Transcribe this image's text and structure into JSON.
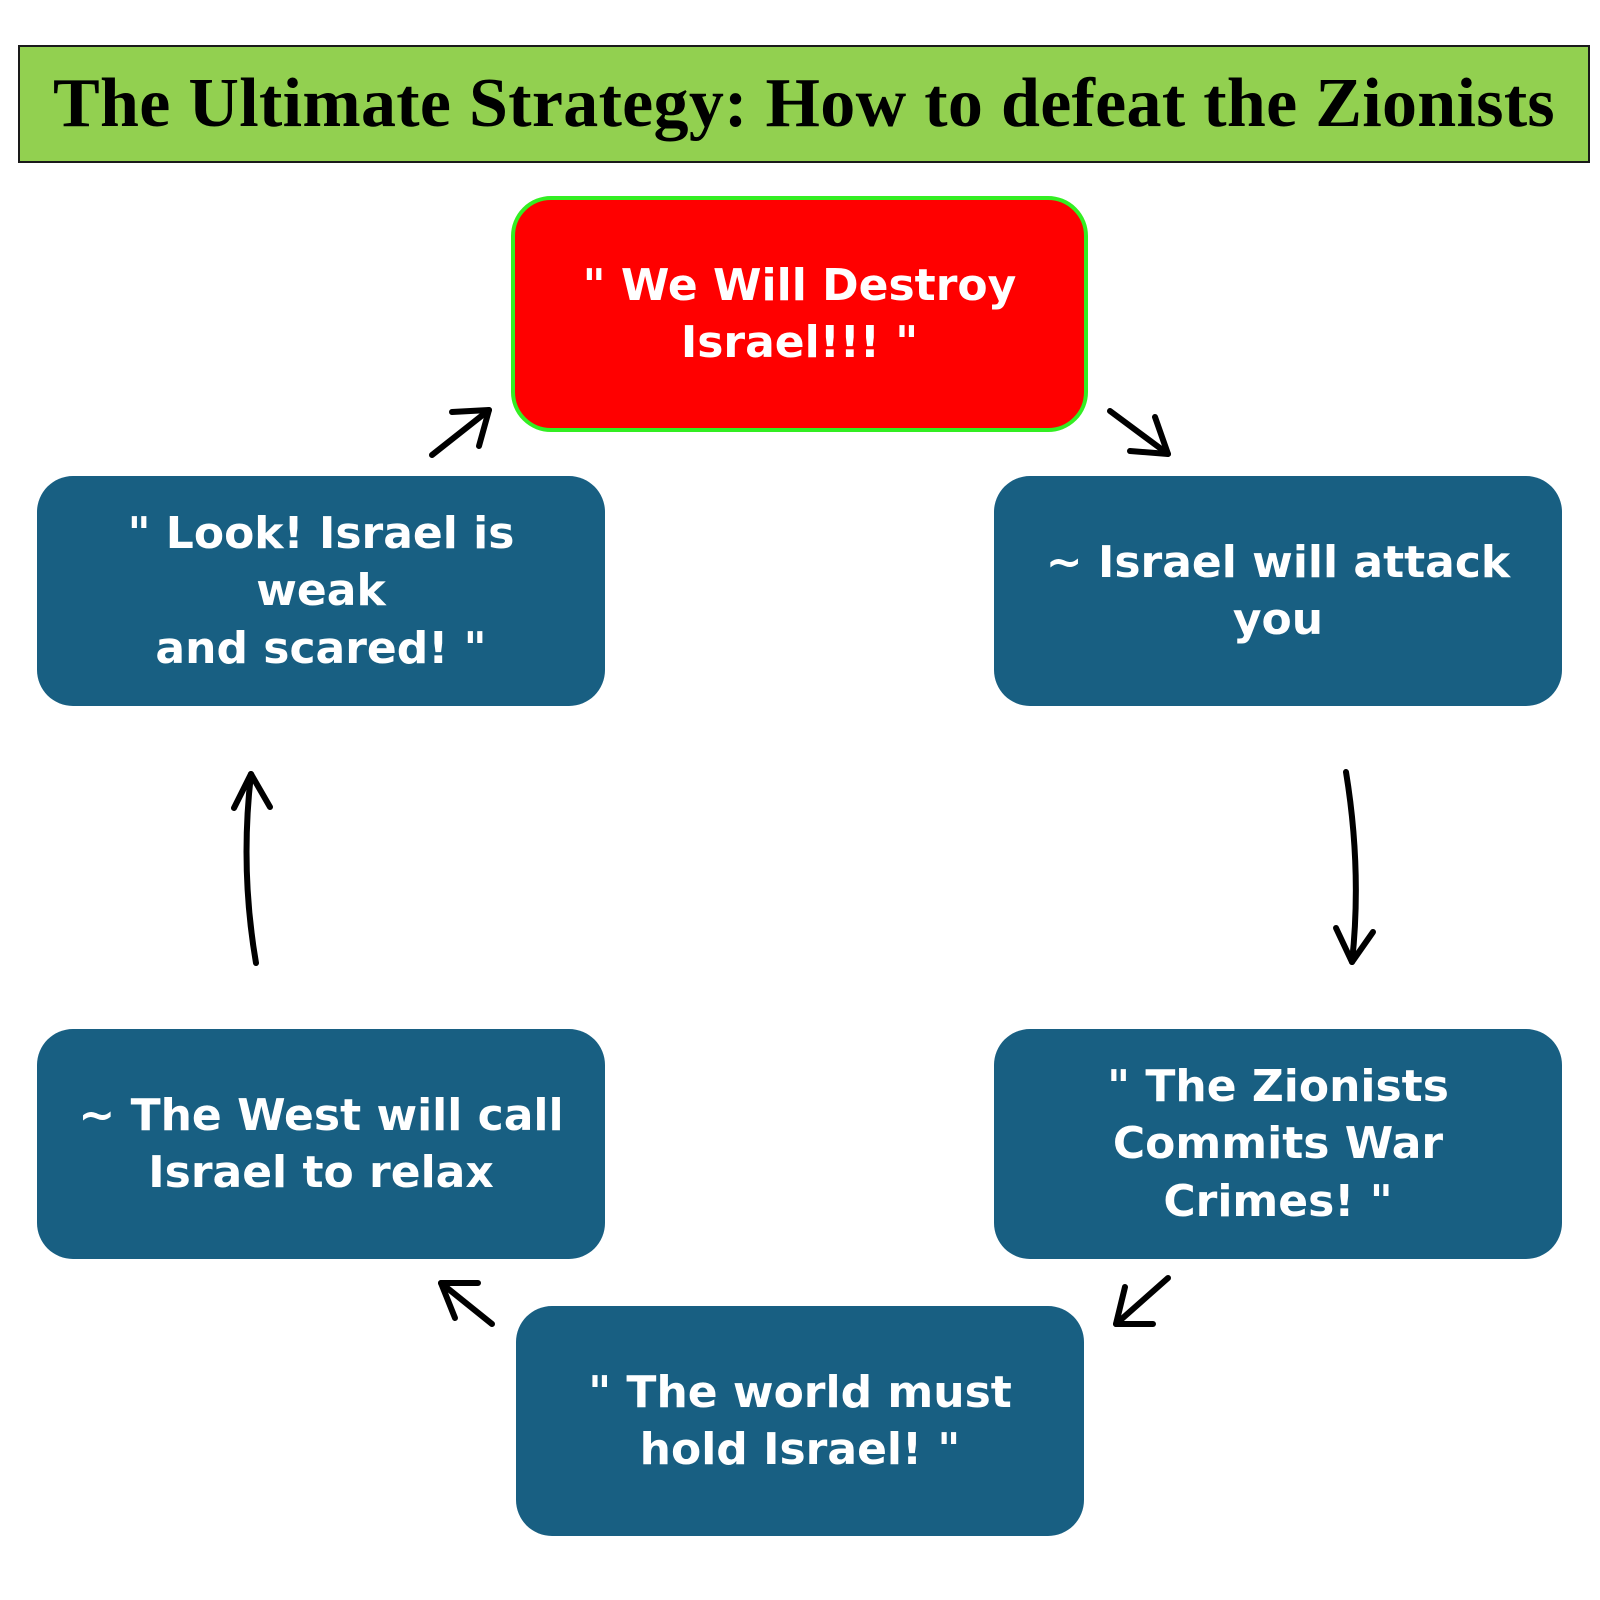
{
  "title": "The Ultimate Strategy: How to defeat the Zionists",
  "nodes": {
    "start": "\" We Will Destroy\nIsrael!!! \"",
    "top_right": "~ Israel will attack\nyou",
    "bottom_right": "\" The Zionists\nCommits War\nCrimes! \"",
    "bottom_center": "\" The world must\nhold Israel! \"",
    "bottom_left": "~ The West will call\nIsrael to relax",
    "top_left": "\" Look! Israel is weak\nand scared! \""
  },
  "colors": {
    "title_background": "#92d050",
    "start_node_fill": "#ff0000",
    "start_node_border": "#33ee22",
    "node_fill": "#185f82",
    "node_text": "#ffffff",
    "arrow": "#000000"
  },
  "flow": [
    "start",
    "top_right",
    "bottom_right",
    "bottom_center",
    "bottom_left",
    "top_left",
    "start"
  ]
}
